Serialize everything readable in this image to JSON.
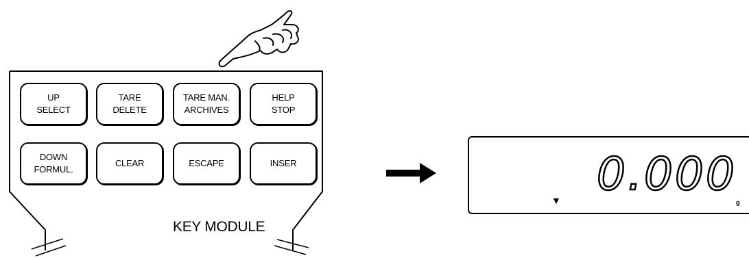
{
  "key_module": {
    "label": "KEY MODULE",
    "keys": [
      {
        "line1": "UP",
        "line2": "SELECT"
      },
      {
        "line1": "TARE",
        "line2": "DELETE"
      },
      {
        "line1": "TARE MAN.",
        "line2": "ARCHIVES"
      },
      {
        "line1": "HELP",
        "line2": "STOP"
      },
      {
        "line1": "DOWN",
        "line2": "FORMUL."
      },
      {
        "line1": "CLEAR",
        "line2": ""
      },
      {
        "line1": "ESCAPE",
        "line2": ""
      },
      {
        "line1": "INSER",
        "line2": ""
      }
    ]
  },
  "display": {
    "value": "0.000",
    "unit": "g",
    "marker": "▼"
  },
  "icons": {
    "pointer": "pointing-hand-icon",
    "arrow": "right-arrow-icon"
  }
}
